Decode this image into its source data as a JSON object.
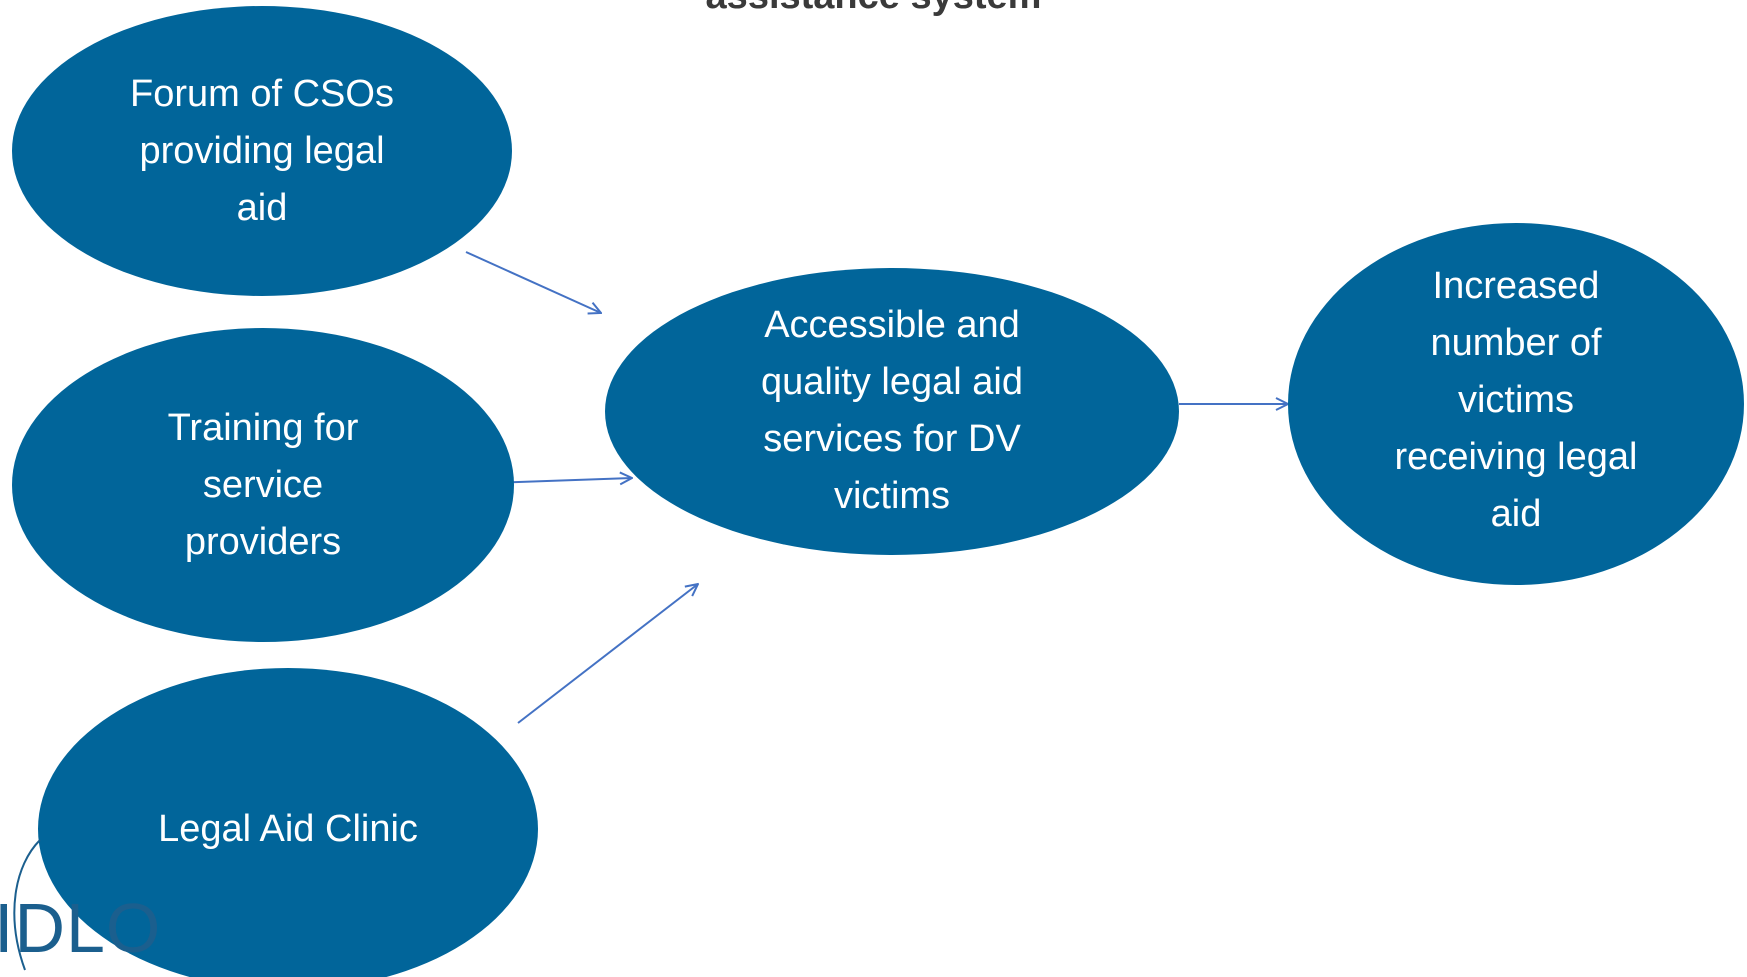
{
  "slide": {
    "title": "assistance system",
    "logo_text": "IDLO"
  },
  "nodes": {
    "forum": [
      "Forum of CSOs",
      "providing legal",
      "aid"
    ],
    "training": [
      "Training for",
      "service",
      "providers"
    ],
    "clinic": [
      "Legal Aid Clinic"
    ],
    "services": [
      "Accessible and",
      "quality legal aid",
      "services for DV",
      "victims"
    ],
    "increased": [
      "Increased",
      "number of",
      "victims",
      "receiving legal",
      "aid"
    ]
  },
  "colors": {
    "node_fill": "#01659a",
    "node_text": "#ffffff",
    "arrow": "#4472c4",
    "title": "#3a3a3a",
    "logo": "#1b5f8e"
  },
  "edges": [
    {
      "from": "forum",
      "to": "services"
    },
    {
      "from": "training",
      "to": "services"
    },
    {
      "from": "clinic",
      "to": "services"
    },
    {
      "from": "services",
      "to": "increased"
    }
  ]
}
